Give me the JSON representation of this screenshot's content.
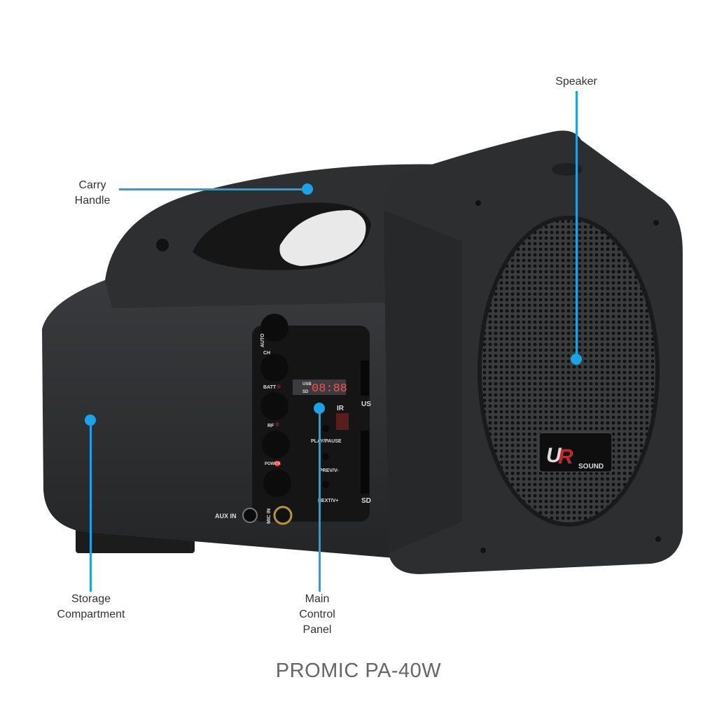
{
  "callouts": {
    "carry_handle": [
      "Carry",
      "Handle"
    ],
    "speaker": "Speaker",
    "storage": [
      "Storage",
      "Compartment"
    ],
    "control_panel": [
      "Main",
      "Control",
      "Panel"
    ]
  },
  "product_title": "PROMIC PA-40W",
  "panel_labels": {
    "auto": "AUTO",
    "ch": "CH",
    "batt": "BATT",
    "rf": "RF",
    "power": "POWER",
    "display": "08:88",
    "display_usb": "USB",
    "display_sd": "SD",
    "ir": "IR",
    "play_pause": "PLAY/PAUSE",
    "prev": "PREV/V-",
    "next": "NEXT/V+",
    "usb": "US",
    "sd": "SD",
    "aux_in": "AUX IN",
    "mic_in": "MIC IN"
  },
  "logo_text": "SOUND",
  "colors": {
    "accent": "#1aa3e8",
    "body": "#2b2c2e",
    "title": "#666666"
  }
}
